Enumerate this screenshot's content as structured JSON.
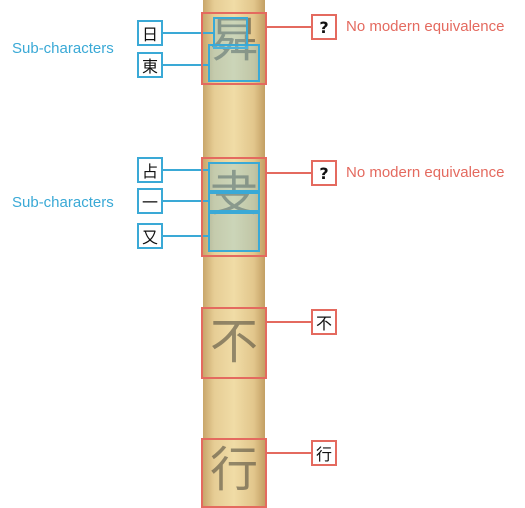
{
  "groups": [
    {
      "sub_label": "Sub-characters",
      "sub_characters": [
        "日",
        "東"
      ],
      "modern": "?",
      "note": "No modern equivalence"
    },
    {
      "sub_label": "Sub-characters",
      "sub_characters": [
        "占",
        "一",
        "又"
      ],
      "modern": "?",
      "note": "No modern equivalence"
    },
    {
      "modern": "不"
    },
    {
      "modern": "行"
    }
  ],
  "colors": {
    "red": "#e46a5f",
    "blue": "#3aa9d6",
    "strip": "#ecd49c"
  }
}
